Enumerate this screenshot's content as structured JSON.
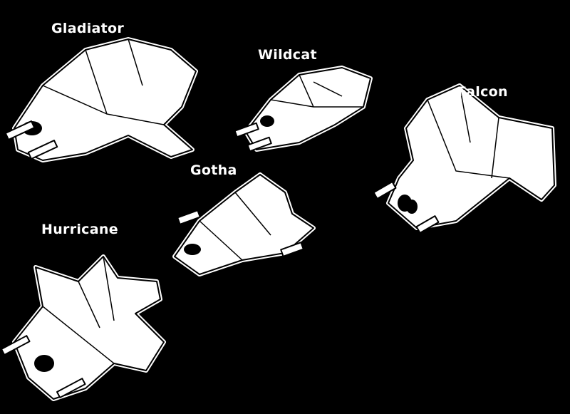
{
  "ships": [
    {
      "name": "Gladiator"
    },
    {
      "name": "Wildcat"
    },
    {
      "name": "Falcon"
    },
    {
      "name": "Gotha"
    },
    {
      "name": "Hurricane"
    }
  ]
}
